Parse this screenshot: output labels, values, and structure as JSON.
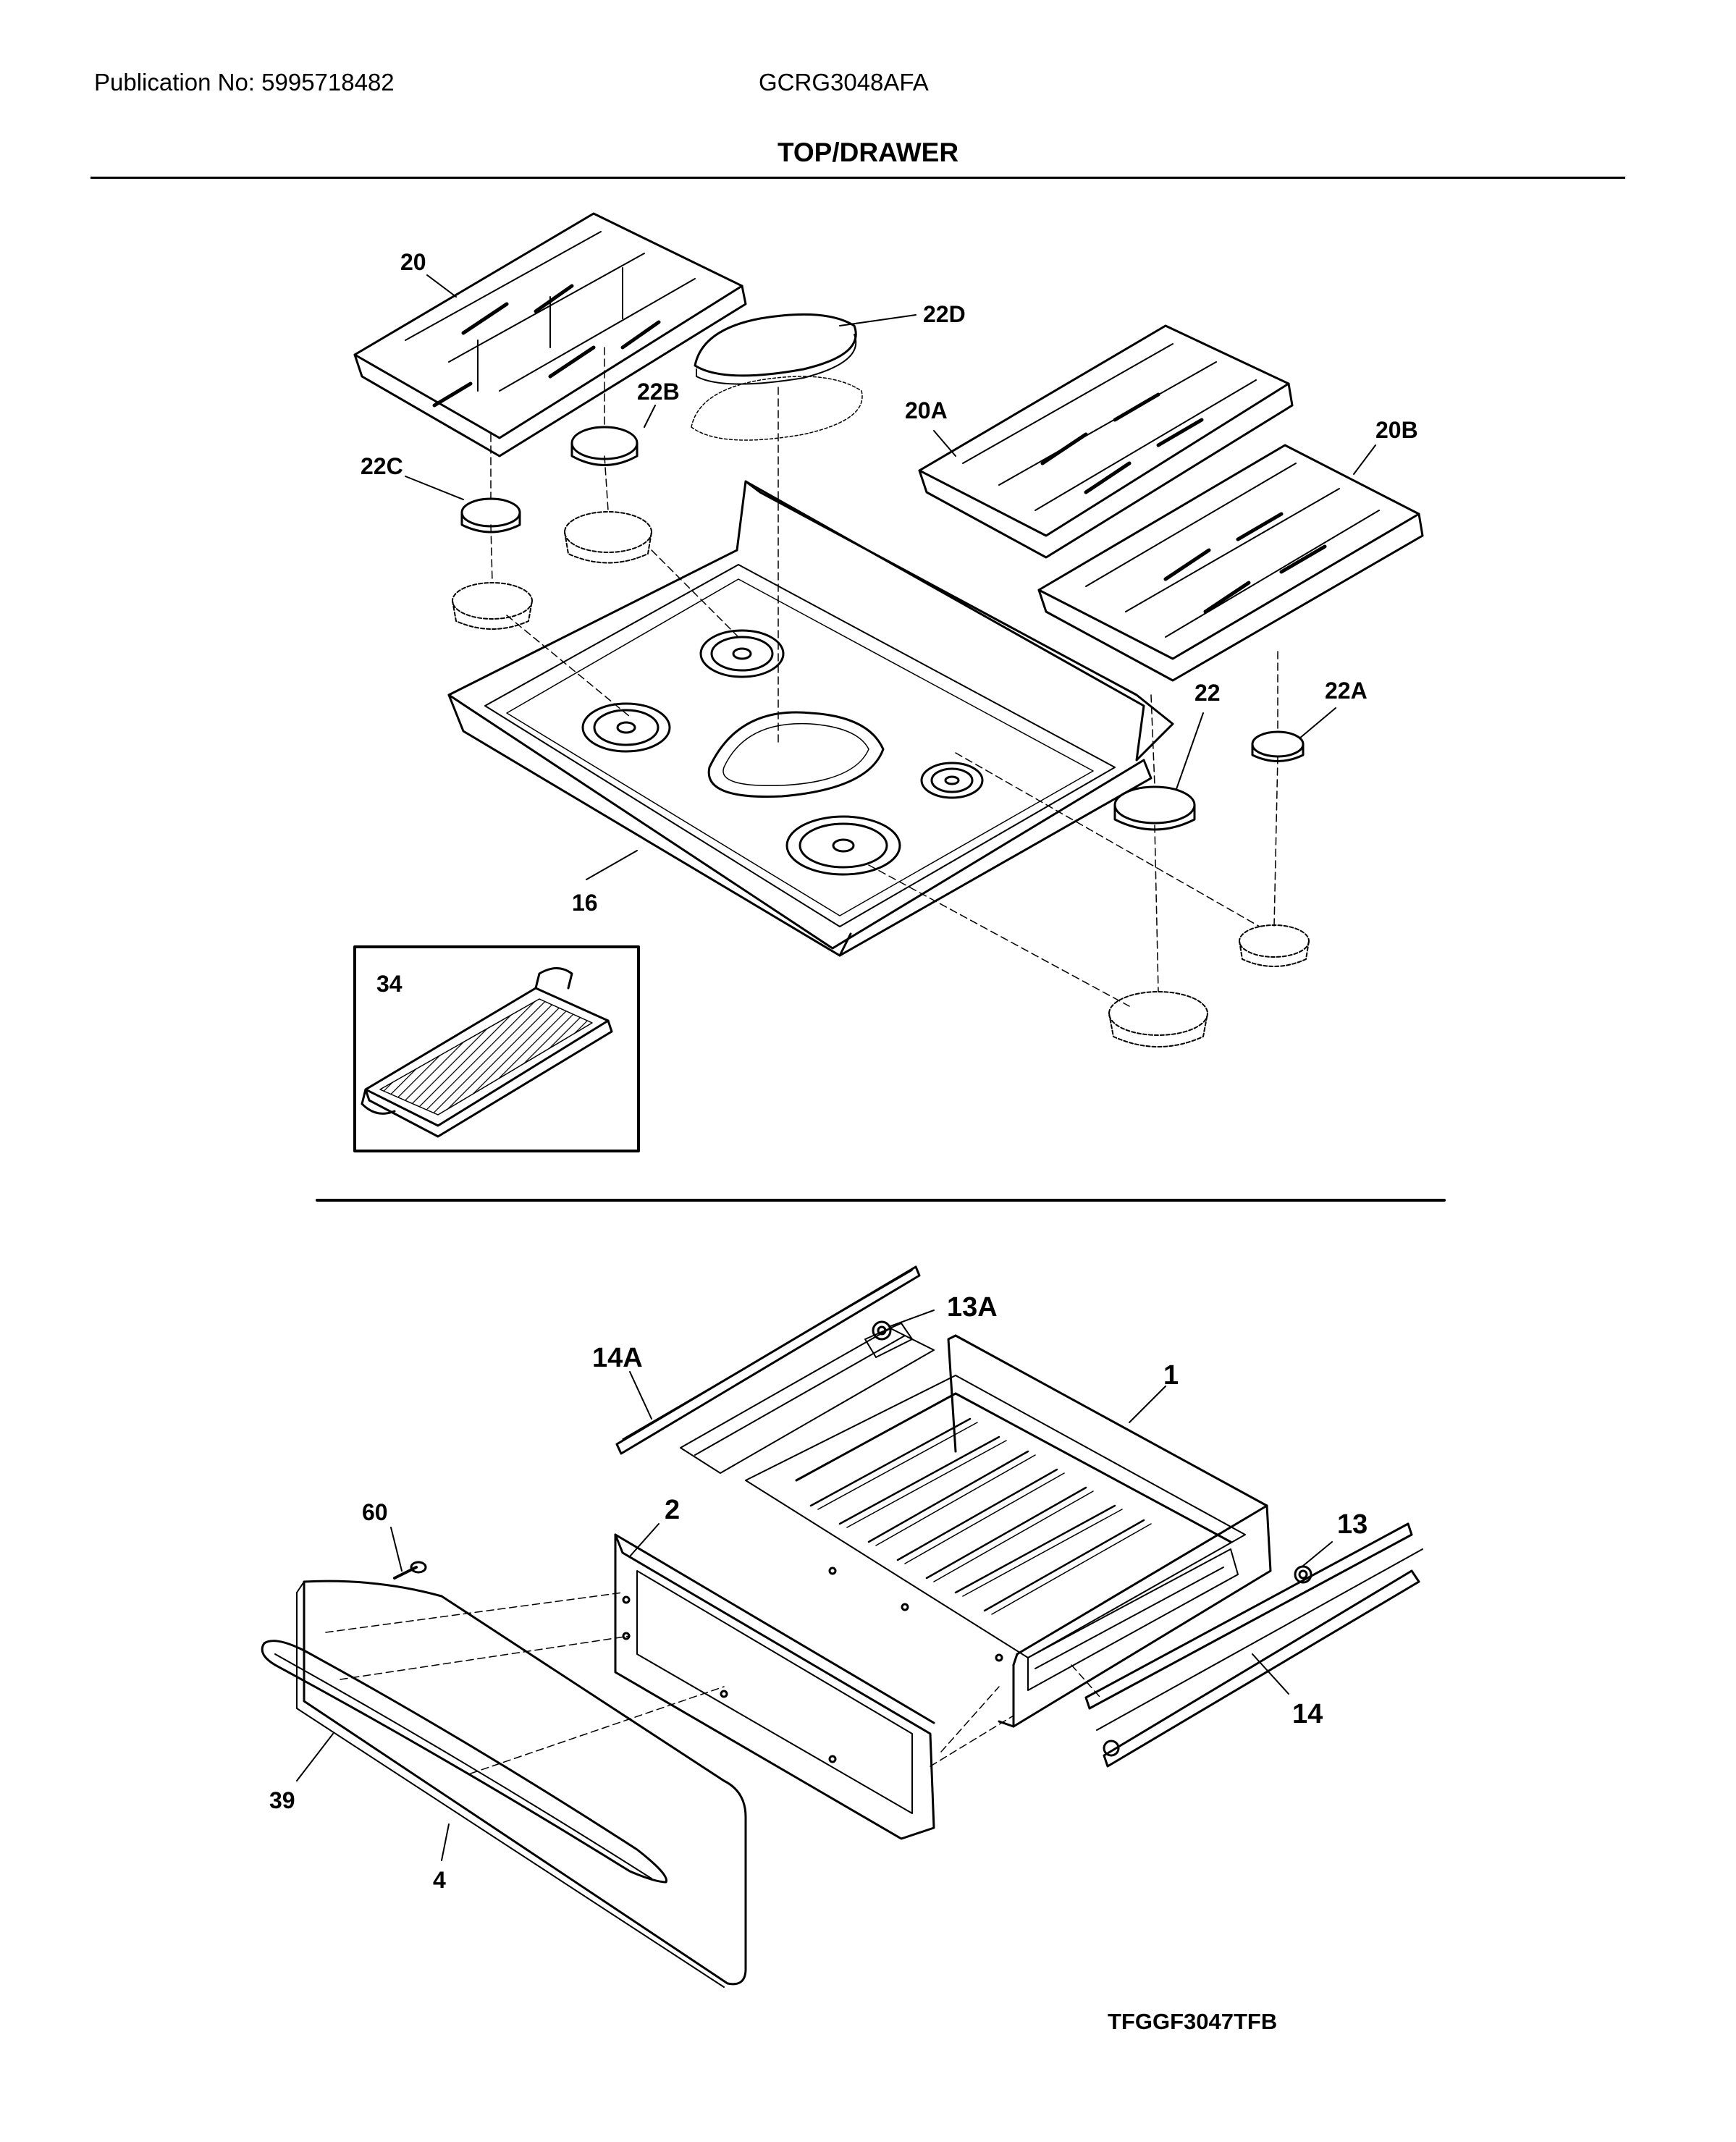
{
  "header": {
    "publication": "Publication No: 5995718482",
    "model": "GCRG3048AFA",
    "section_title": "TOP/DRAWER"
  },
  "callouts": {
    "c20": "20",
    "c22D": "22D",
    "c22B": "22B",
    "c20A": "20A",
    "c20B": "20B",
    "c22C": "22C",
    "c22": "22",
    "c22A": "22A",
    "c16": "16",
    "c34": "34",
    "c13A": "13A",
    "c14A": "14A",
    "c1": "1",
    "c60": "60",
    "c2": "2",
    "c13": "13",
    "c14": "14",
    "c39": "39",
    "c4": "4"
  },
  "footer": {
    "code": "TFGGF3047TFB"
  }
}
